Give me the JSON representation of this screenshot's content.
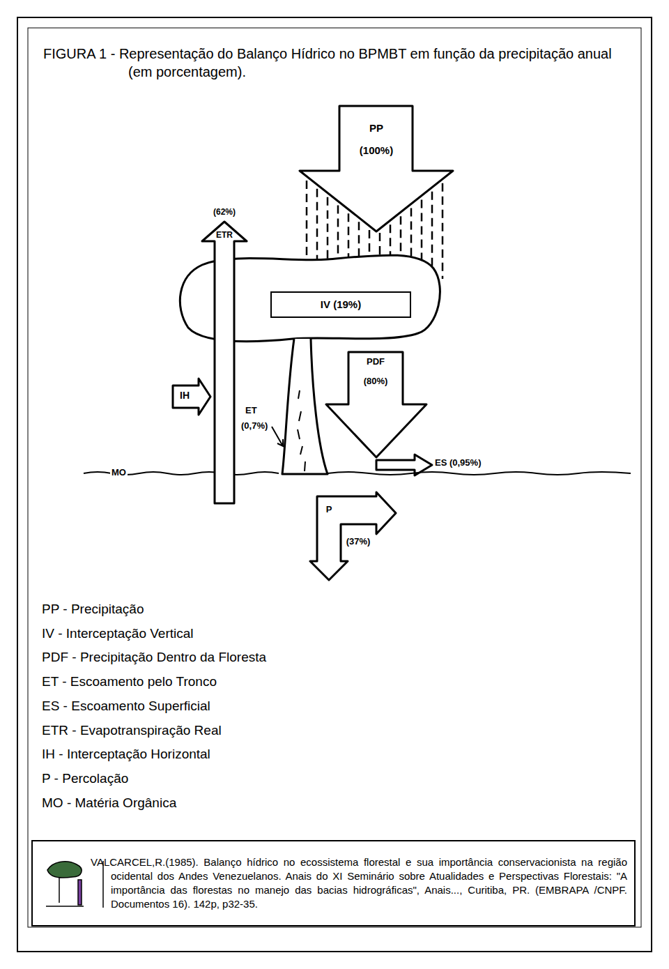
{
  "diagram": {
    "title": "FIGURA 1 - Representação do Balanço Hídrico no BPMBT em função da precipitação anual (em porcentagem).",
    "nodes": [
      {
        "text": [
          "PP",
          "(100%)"
        ]
      },
      {
        "text": [
          "(62%)",
          "ETR"
        ]
      },
      {
        "text": [
          "IV (19%)"
        ]
      },
      {
        "text": [
          "PDF",
          "(80%)"
        ]
      },
      {
        "text": [
          "IH"
        ]
      },
      {
        "text": [
          "P",
          "(37%)"
        ]
      },
      {
        "text": [
          "VALCARCEL,R.(1985). Balanço hídrico no ecossistema florestal e sua importância conservacionista na região ocidental dos Andes Venezuelanos. Anais do XI Seminário sobre Atualidades e Perspectivas Florestais: \"A importância das florestas no manejo das bacias hidrográficas\", Anais..., Curitiba, PR. (EMBRAPA /CNPF. Documentos 16). 142p, p32-35."
        ]
      }
    ],
    "labels": [
      "ET",
      "(0,7%)",
      "ES (0,95%)",
      "MO",
      "PP - Precipitação",
      "IV - Interceptação Vertical",
      "PDF - Precipitação Dentro da Floresta",
      "ET - Escoamento pelo Tronco",
      "ES - Escoamento Superficial",
      "ETR - Evapotranspiração Real",
      "IH - Interceptação Horizontal",
      "P - Percolação",
      "MO - Matéria Orgânica"
    ]
  }
}
